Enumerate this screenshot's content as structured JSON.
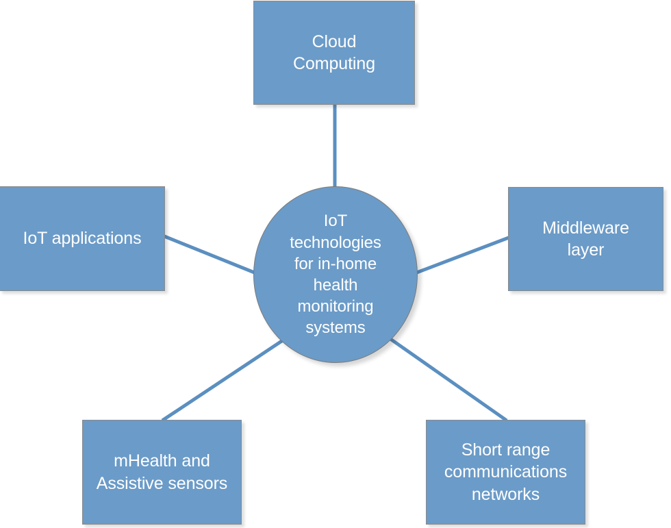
{
  "diagram": {
    "title": "IoT technologies for in-home health monitoring systems",
    "shape_fill": "#6b9bc8",
    "shape_border": "#8a8a8a",
    "text_color": "#ffffff",
    "connector_color": "#5b8fc0",
    "background": "#ffffff",
    "hub": {
      "label": "IoT\ntechnologies\nfor in-home\nhealth\nmonitoring\nsystems",
      "shape": "ellipse"
    },
    "nodes": [
      {
        "id": "cloud",
        "label": "Cloud\nComputing",
        "shape": "rectangle",
        "position": "top"
      },
      {
        "id": "applications",
        "label": "IoT applications",
        "shape": "rectangle",
        "position": "left"
      },
      {
        "id": "middleware",
        "label": "Middleware\nlayer",
        "shape": "rectangle",
        "position": "right"
      },
      {
        "id": "mhealth",
        "label": "mHealth and\nAssistive sensors",
        "shape": "rectangle",
        "position": "bottom-left"
      },
      {
        "id": "shortrange",
        "label": "Short range\ncommunications\nnetworks",
        "shape": "rectangle",
        "position": "bottom-right"
      }
    ],
    "connectors": [
      {
        "from": "hub",
        "to": "cloud"
      },
      {
        "from": "hub",
        "to": "applications"
      },
      {
        "from": "hub",
        "to": "middleware"
      },
      {
        "from": "hub",
        "to": "mhealth"
      },
      {
        "from": "hub",
        "to": "shortrange"
      }
    ]
  }
}
